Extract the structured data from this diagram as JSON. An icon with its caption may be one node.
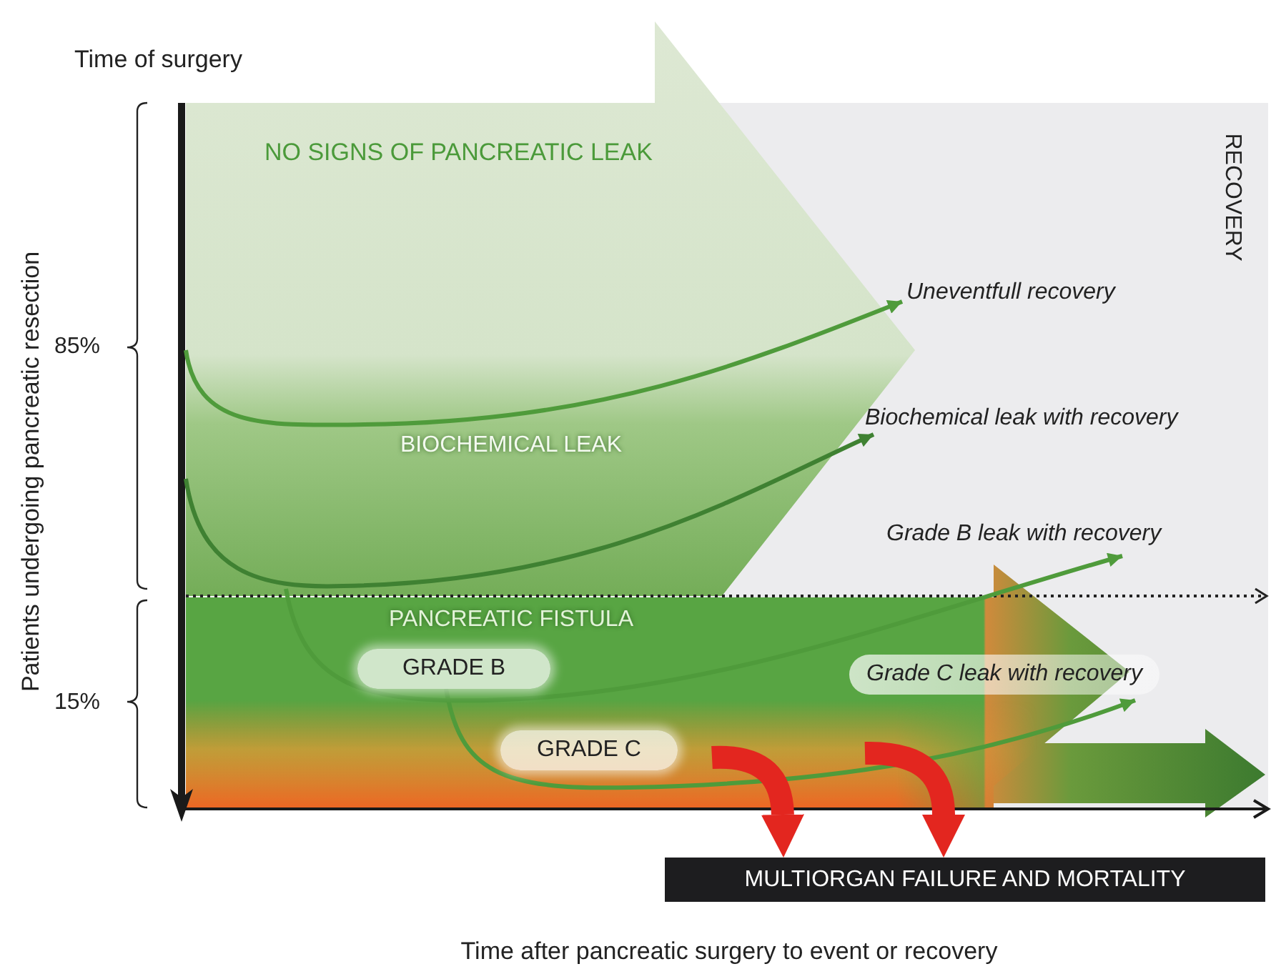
{
  "diagram": {
    "nodes": [
      {
        "text": [
          "GRADE B"
        ]
      },
      {
        "text": [
          "GRADE C"
        ]
      },
      {
        "text": [
          "Uneventfull recovery"
        ]
      },
      {
        "text": [
          "Biochemical leak with recovery"
        ]
      },
      {
        "text": [
          "Grade B leak with recovery"
        ]
      },
      {
        "text": [
          "Grade C leak with recovery"
        ]
      },
      {
        "text": [
          "MULTIORGAN FAILURE AND MORTALITY"
        ]
      }
    ],
    "edges": [
      {
        "from": null,
        "to": 2,
        "arrow": "to"
      },
      {
        "from": null,
        "to": 3,
        "arrow": "to"
      },
      {
        "from": null,
        "to": 4,
        "arrow": "to"
      },
      {
        "from": 0,
        "to": 5,
        "arrow": "to"
      },
      {
        "from": null,
        "to": 6,
        "arrow": "to",
        "style": "thick",
        "color": "#e3261f"
      },
      {
        "from": null,
        "to": 6,
        "arrow": "to",
        "style": "thick",
        "color": "#e3261f"
      }
    ],
    "labels": [
      "Time of surgery",
      "NO SIGNS OF PANCREATIC LEAK",
      "RECOVERY",
      "85%",
      "Patients undergoing pancreatic resection",
      "BIOCHEMICAL LEAK",
      "PANCREATIC FISTULA",
      "15%",
      "Time after pancreatic surgery to event or recovery"
    ]
  }
}
